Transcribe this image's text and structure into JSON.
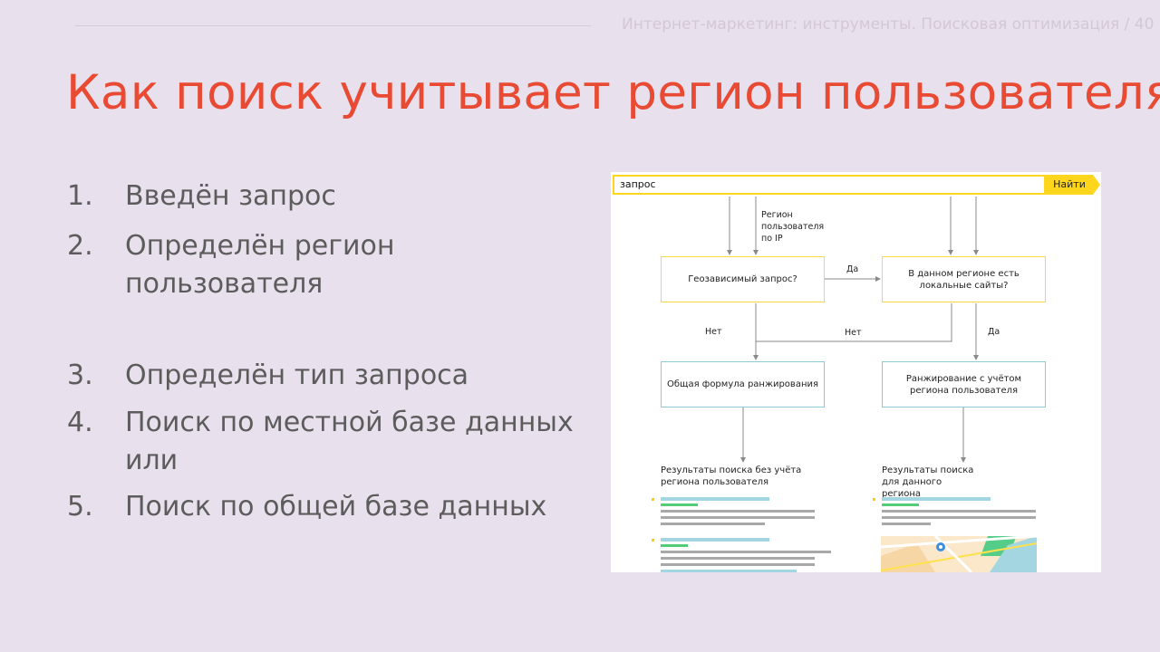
{
  "header": {
    "breadcrumb": "Интернет-маркетинг: инструменты. Поисковая оптимизация",
    "page_number": "/ 40"
  },
  "slide": {
    "title": "Как поиск учитывает регион пользователя"
  },
  "steps": [
    {
      "num": "1.",
      "text": "Введён запрос"
    },
    {
      "num": "2.",
      "text": "Определён регион пользователя"
    },
    {
      "num": "3.",
      "text": "Определён тип запроса"
    },
    {
      "num": "4.",
      "text": "Поиск по местной базе данных или"
    },
    {
      "num": "5.",
      "text": "Поиск по общей базе данных"
    }
  ],
  "diagram": {
    "search_value": "запрос",
    "search_button": "Найти",
    "region_note": "Регион\nпользователя\nпо IP",
    "box_geo": "Геозависимый запрос?",
    "box_local": "В данном регионе есть локальные сайты?",
    "label_yes_1": "Да",
    "label_yes_2": "Да",
    "label_no_1": "Нет",
    "label_no_2": "Нет",
    "box_general": "Общая формула ранжирования",
    "box_regional": "Ранжирование с учётом региона пользователя",
    "results_general": "Результаты поиска без учёта региона пользователя",
    "results_regional": "Результаты поиска для данного региона",
    "colors": {
      "accent_yellow": "#ffd51e",
      "box_yellow": "#f5d93e",
      "box_blue": "#8ec9d6",
      "title_red": "#e84a33",
      "result_blue": "#a3d6e0",
      "result_green": "#55cc77",
      "result_gray": "#a8a8a8"
    }
  }
}
